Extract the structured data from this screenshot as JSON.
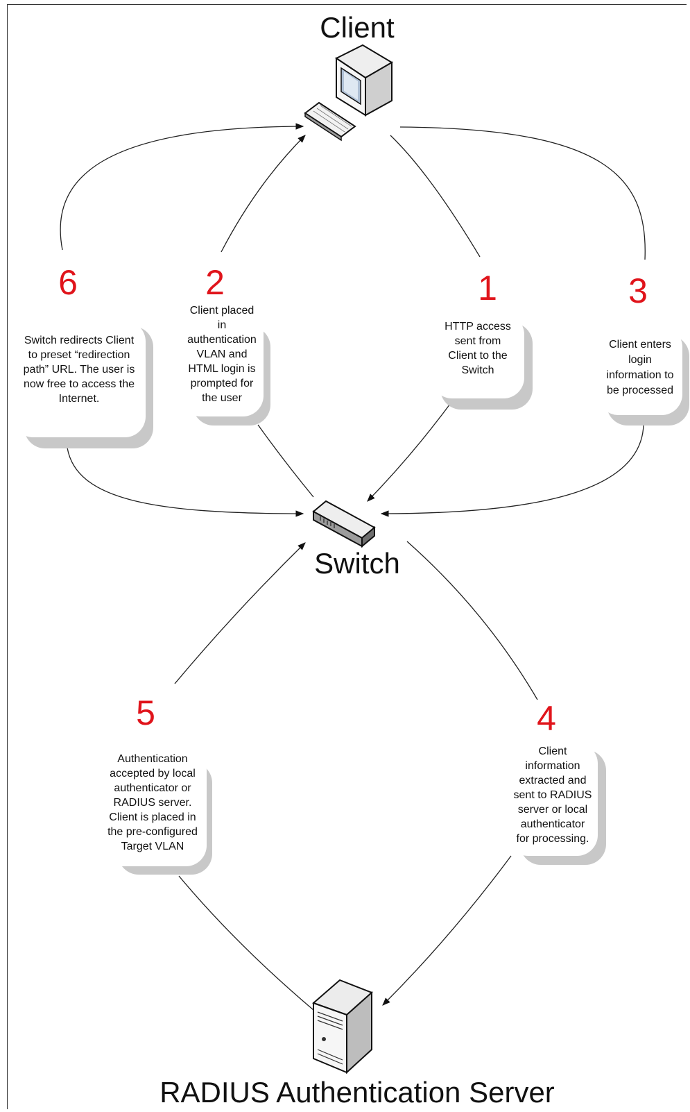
{
  "nodes": {
    "client": {
      "label": "Client",
      "icon": "desktop-computer-icon"
    },
    "switch": {
      "label": "Switch",
      "icon": "network-switch-icon"
    },
    "server": {
      "label": "RADIUS Authentication Server",
      "icon": "server-tower-icon"
    }
  },
  "steps": [
    {
      "number": "1",
      "text": "HTTP access\nsent from\nClient to the\nSwitch"
    },
    {
      "number": "2",
      "text": "Client placed\nin\nauthentication\nVLAN and\nHTML login is\nprompted for\nthe user"
    },
    {
      "number": "3",
      "text": "Client enters\nlogin\ninformation to\nbe processed"
    },
    {
      "number": "4",
      "text": "Client\ninformation\nextracted and\nsent to RADIUS\nserver or local\nauthenticator\nfor processing."
    },
    {
      "number": "5",
      "text": "Authentication\naccepted by local\nauthenticator or\nRADIUS server.\nClient is placed in\nthe pre-configured\nTarget VLAN"
    },
    {
      "number": "6",
      "text": "Switch redirects Client\nto preset “redirection\npath” URL. The user is\nnow free to access the\nInternet."
    }
  ],
  "colors": {
    "step_number": "#e0141b",
    "line": "#222222",
    "callout_shadow": "#c8c8c8"
  }
}
